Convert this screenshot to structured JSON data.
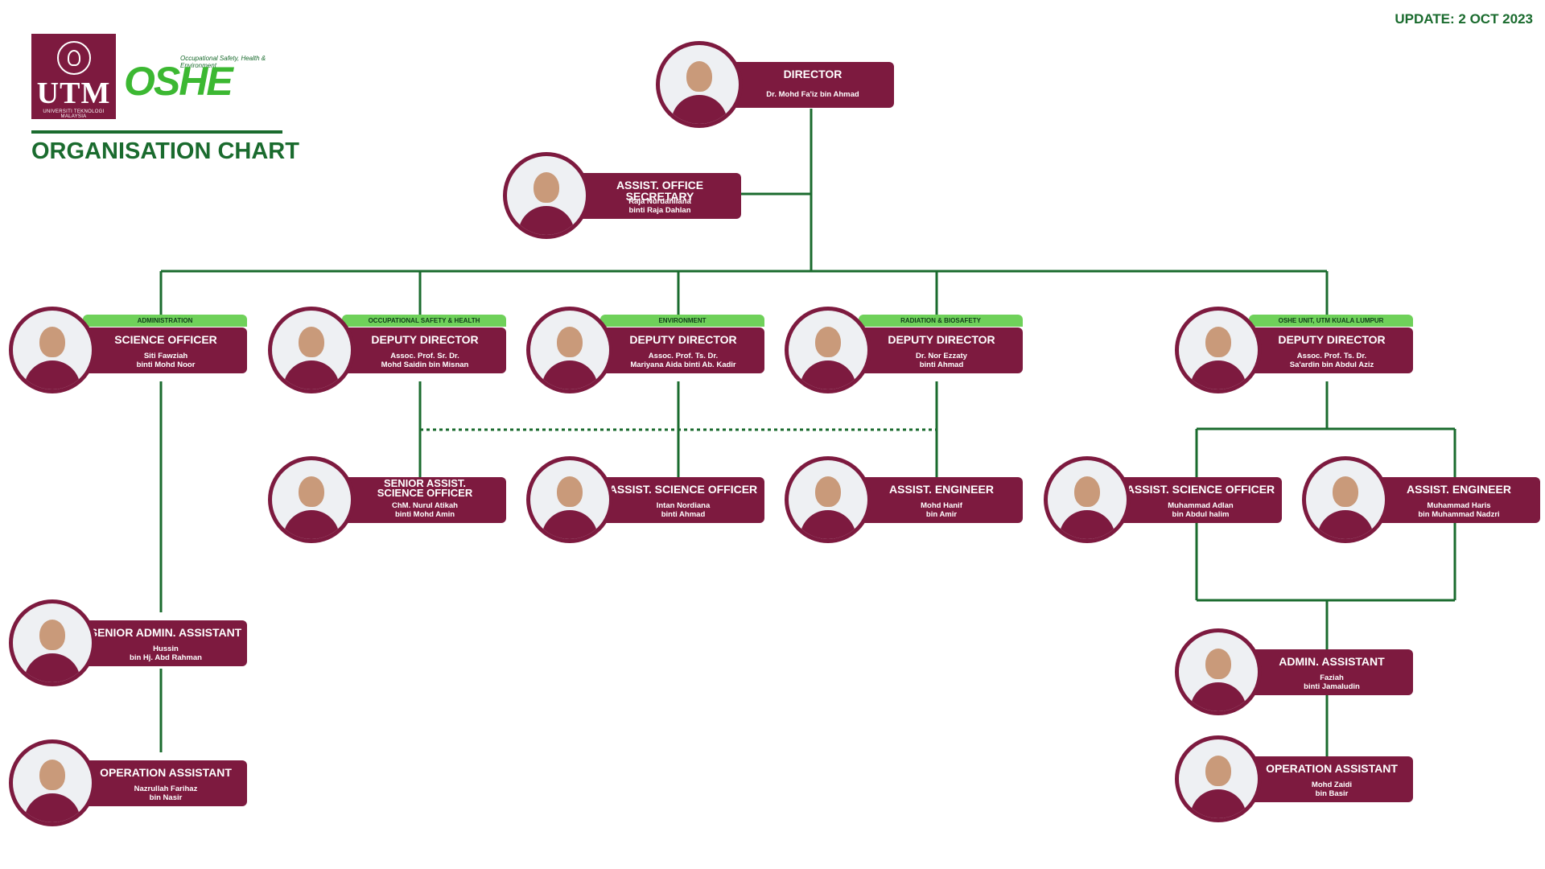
{
  "header": {
    "update": "UPDATE: 2 OCT 2023",
    "title": "ORGANISATION CHART",
    "utm_logo_text": "UTM",
    "utm_logo_sub": "UNIVERSITI TEKNOLOGI MALAYSIA",
    "oshe_logo_text": "OSHE",
    "oshe_tagline": "Occupational Safety, Health & Environment"
  },
  "colors": {
    "maroon": "#7d1a3f",
    "green": "#1a6b2e",
    "label_green": "#6fd15a"
  },
  "nodes": {
    "director": {
      "role": "DIRECTOR",
      "name": "Dr. Mohd Fa'iz bin Ahmad"
    },
    "office_secretary": {
      "role": "ASSIST. OFFICE SECRETARY",
      "name": "Raja Nurdahliana\nbinti Raja Dahlan"
    },
    "science_officer_admin": {
      "dept": "ADMINISTRATION",
      "role": "SCIENCE OFFICER",
      "name": "Siti Fawziah\nbinti Mohd Noor"
    },
    "dd_osh": {
      "dept": "OCCUPATIONAL SAFETY & HEALTH",
      "role": "DEPUTY DIRECTOR",
      "name": "Assoc. Prof. Sr. Dr.\nMohd Saidin bin Misnan"
    },
    "dd_env": {
      "dept": "ENVIRONMENT",
      "role": "DEPUTY DIRECTOR",
      "name": "Assoc. Prof. Ts. Dr.\nMariyana Aida binti Ab. Kadir"
    },
    "dd_rad": {
      "dept": "RADIATION & BIOSAFETY",
      "role": "DEPUTY DIRECTOR",
      "name": "Dr. Nor Ezzaty\nbinti Ahmad"
    },
    "dd_kl": {
      "dept": "OSHE UNIT, UTM KUALA LUMPUR",
      "role": "DEPUTY DIRECTOR",
      "name": "Assoc. Prof. Ts. Dr.\nSa'ardin bin Abdul Aziz"
    },
    "senior_sci_officer": {
      "role": "SENIOR ASSIST.\nSCIENCE OFFICER",
      "name": "ChM. Nurul Atikah\nbinti Mohd Amin"
    },
    "asst_sci_officer_env": {
      "role": "ASSIST. SCIENCE OFFICER",
      "name": "Intan Nordiana\nbinti Ahmad"
    },
    "asst_engineer_rad": {
      "role": "ASSIST. ENGINEER",
      "name": "Mohd Hanif\nbin Amir"
    },
    "asst_sci_officer_kl": {
      "role": "ASSIST. SCIENCE OFFICER",
      "name": "Muhammad Adlan\nbin Abdul halim"
    },
    "asst_engineer_kl": {
      "role": "ASSIST. ENGINEER",
      "name": "Muhammad Haris\nbin Muhammad Nadzri"
    },
    "senior_admin_asst": {
      "role": "SENIOR ADMIN. ASSISTANT",
      "name": "Hussin\nbin Hj. Abd Rahman"
    },
    "operation_asst_admin": {
      "role": "OPERATION ASSISTANT",
      "name": "Nazrullah Farihaz\nbin Nasir"
    },
    "admin_asst_kl": {
      "role": "ADMIN. ASSISTANT",
      "name": "Faziah\nbinti Jamaludin"
    },
    "operation_asst_kl": {
      "role": "OPERATION ASSISTANT",
      "name": "Mohd Zaidi\nbin Basir"
    }
  }
}
